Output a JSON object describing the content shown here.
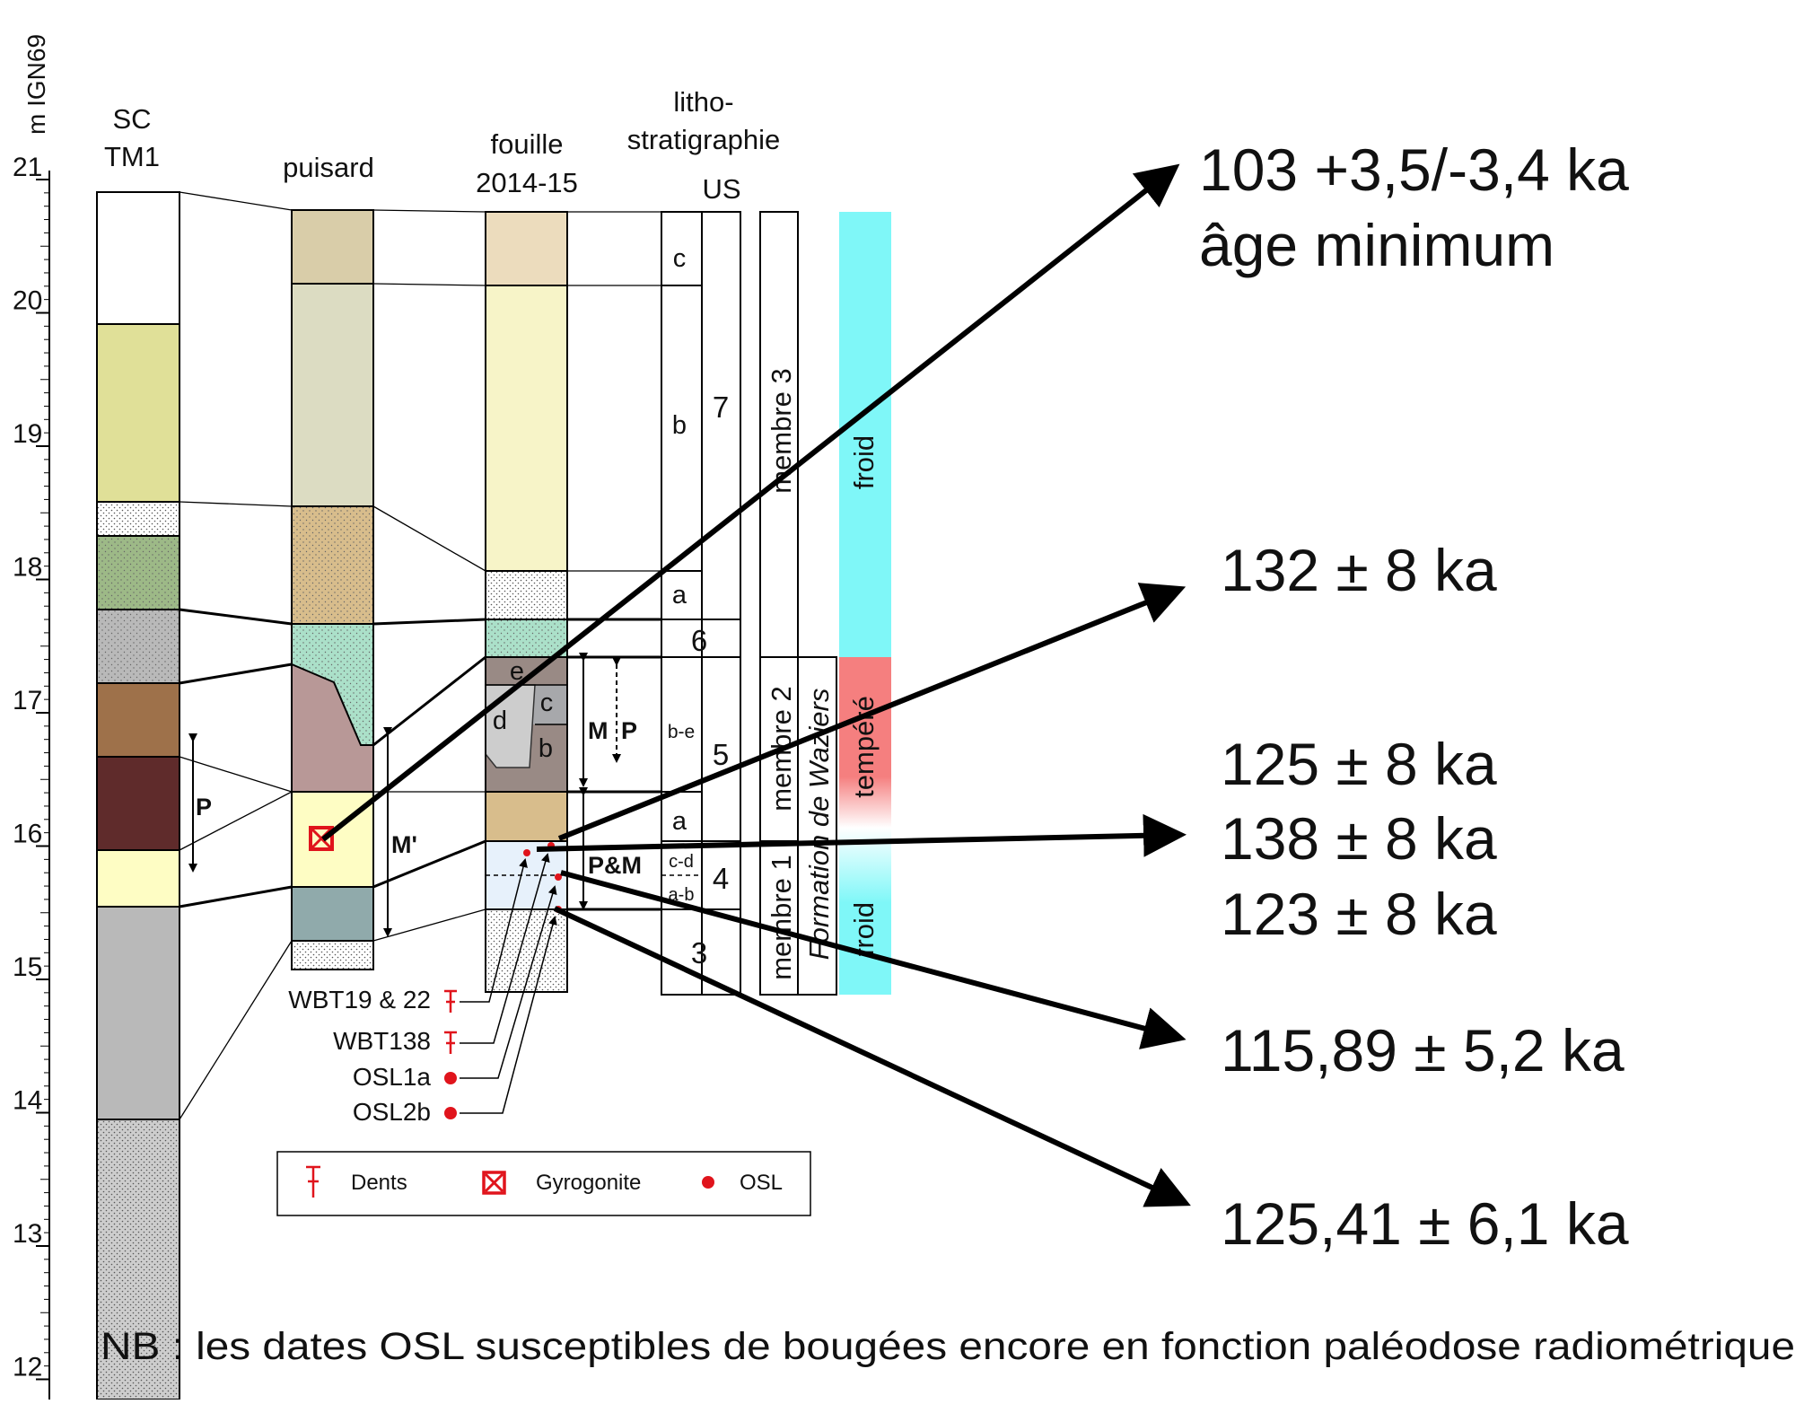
{
  "colors": {
    "cold": "#7ff7f8",
    "temperate": "#f57f7f",
    "red": "#e0141c",
    "black": "#000000",
    "sand": "#d9cda9",
    "olive": "#e0e098",
    "khaki": "#dcdcc2",
    "cream": "#f7f4c8",
    "lightcream": "#fefdc4",
    "tan": "#d8bd8c",
    "green": "#9db987",
    "grey": "#b9b9b9",
    "brown": "#9e714a",
    "darkred": "#5f2b2b",
    "mint": "#abe0c9",
    "mauve": "#b89897",
    "slate": "#90aaab",
    "palecyan": "#e7f1fb",
    "taupe": "#998a85",
    "greypanel": "#9fa1a4",
    "lightgrey": "#cdcdcd"
  },
  "axis": {
    "unit_label": "m IGN69",
    "ticks": [
      "21",
      "20",
      "19",
      "18",
      "17",
      "16",
      "15",
      "14",
      "13",
      "12"
    ]
  },
  "columns": {
    "sc_label_1": "SC",
    "sc_label_2": "TM1",
    "puisard_label": "puisard",
    "fouille_label_1": "fouille",
    "fouille_label_2": "2014-15",
    "litho_label_1": "litho-",
    "litho_label_2": "stratigraphie",
    "us_label": "US"
  },
  "units": {
    "sub": {
      "c": "c",
      "b": "b",
      "a": "a",
      "be": "b-e",
      "a2": "a",
      "cd": "c-d",
      "ab": "a-b"
    },
    "us": {
      "u7": "7",
      "u6": "6",
      "u5": "5",
      "u4": "4",
      "u3": "3"
    },
    "fouille_letters": {
      "e": "e",
      "c": "c",
      "d": "d",
      "b": "b"
    },
    "members": {
      "m3": "membre 3",
      "m2": "membre 2",
      "m1": "membre 1"
    },
    "formation": "Formation de Waziers",
    "climate": {
      "top": "froid",
      "middle": "tempéré",
      "bottom": "froid"
    }
  },
  "markers": {
    "p_left": "P",
    "m_prime": "M'",
    "m_right": "M",
    "p_right": "P",
    "pm": "P&M"
  },
  "samples": {
    "s1": "WBT19 & 22",
    "s2": "WBT138",
    "s3": "OSL1a",
    "s4": "OSL2b"
  },
  "legend": {
    "dents": "Dents",
    "gyrogonite": "Gyrogonite",
    "osl": "OSL"
  },
  "dates": {
    "d1_line1": "103 +3,5/-3,4 ka",
    "d1_line2": "âge minimum",
    "d2": "132 ± 8 ka",
    "d3": "125 ± 8 ka",
    "d4": "138 ± 8 ka",
    "d5": "123 ± 8 ka",
    "d6": "115,89 ± 5,2 ka",
    "d7": "125,41 ± 6,1 ka"
  },
  "note": "NB : les dates OSL susceptibles de bougées encore en fonction paléodose radiométrique"
}
